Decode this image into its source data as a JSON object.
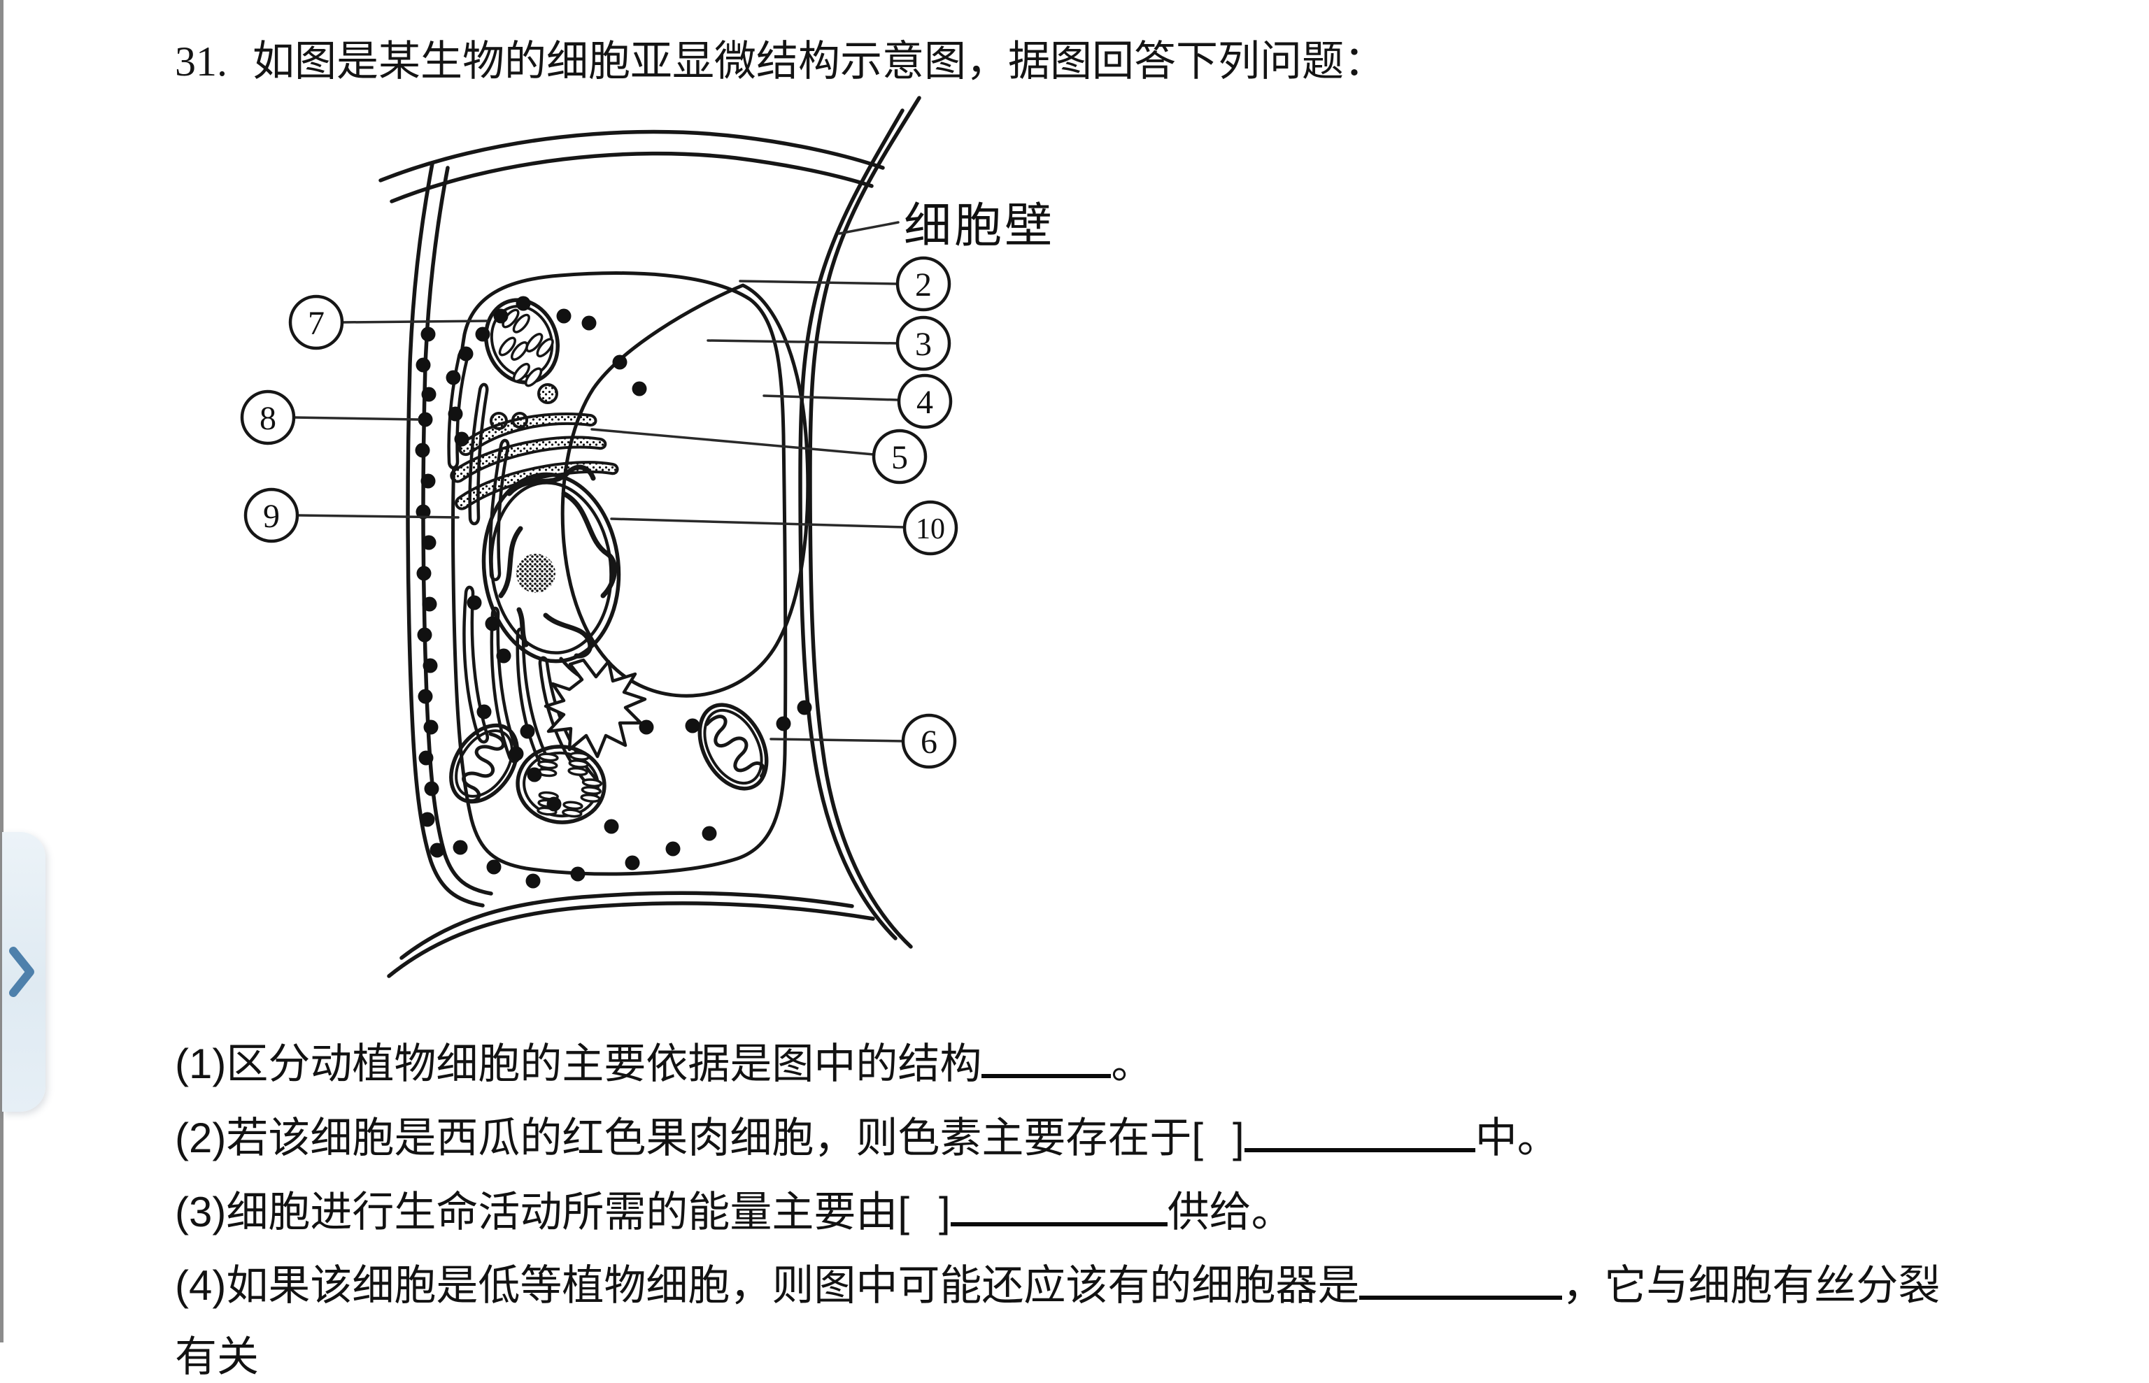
{
  "title": {
    "number": "31.",
    "text": "如图是某生物的细胞亚显微结构示意图，据图回答下列问题："
  },
  "diagram": {
    "wall_label": "细胞壁",
    "labels": [
      {
        "text": "2"
      },
      {
        "text": "3"
      },
      {
        "text": "4"
      },
      {
        "text": "5"
      },
      {
        "text": "10"
      },
      {
        "text": "6"
      },
      {
        "text": "7"
      },
      {
        "text": "8"
      },
      {
        "text": "9"
      }
    ]
  },
  "questions": {
    "q1": {
      "prefix": "(1)",
      "before": "区分动植物细胞的主要依据是图中的结构",
      "after": "。"
    },
    "q2": {
      "prefix": "(2)",
      "before": "若该细胞是西瓜的红色果肉细胞，则色素主要存在于",
      "bracket_open": "[",
      "bracket_close": "]",
      "after": "中。"
    },
    "q3": {
      "prefix": "(3)",
      "before": "细胞进行生命活动所需的能量主要由",
      "bracket_open": "[",
      "bracket_close": "]",
      "after": "供给。"
    },
    "q4": {
      "prefix": "(4)",
      "before": "如果该细胞是低等植物细胞，则图中可能还应该有的细胞器是",
      "after": "，它与细胞有丝分裂"
    },
    "q5": {
      "text": "有关"
    }
  }
}
